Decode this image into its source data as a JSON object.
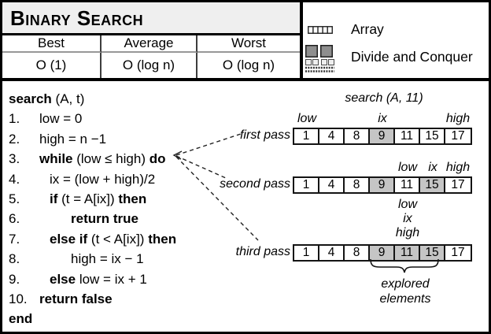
{
  "title": "Binary Search",
  "complexity_table": {
    "headers": [
      "Best",
      "Average",
      "Worst"
    ],
    "values": [
      "O (1)",
      "O (log n)",
      "O (log n)"
    ]
  },
  "legend": {
    "array_label": "Array",
    "divide_and_conquer_label": "Divide and Conquer"
  },
  "pseudocode": {
    "lines": [
      {
        "num": "",
        "indent": 0,
        "seg": [
          {
            "t": "search",
            "b": true
          },
          {
            "t": " (A, t)",
            "b": false
          }
        ]
      },
      {
        "num": "1.",
        "indent": 1,
        "seg": [
          {
            "t": "low = 0",
            "b": false
          }
        ]
      },
      {
        "num": "2.",
        "indent": 1,
        "seg": [
          {
            "t": "high = n −1",
            "b": false
          }
        ]
      },
      {
        "num": "3.",
        "indent": 1,
        "seg": [
          {
            "t": "while",
            "b": true
          },
          {
            "t": " (low ≤ high) ",
            "b": false
          },
          {
            "t": "do",
            "b": true
          }
        ]
      },
      {
        "num": "4.",
        "indent": 2,
        "seg": [
          {
            "t": "ix = (low + high)/2",
            "b": false
          }
        ]
      },
      {
        "num": "5.",
        "indent": 2,
        "seg": [
          {
            "t": "if",
            "b": true
          },
          {
            "t": " (t = A[ix]) ",
            "b": false
          },
          {
            "t": "then",
            "b": true
          }
        ]
      },
      {
        "num": "6.",
        "indent": 3,
        "seg": [
          {
            "t": "return true",
            "b": true
          }
        ]
      },
      {
        "num": "7.",
        "indent": 2,
        "seg": [
          {
            "t": "else if",
            "b": true
          },
          {
            "t": " (t < A[ix]) ",
            "b": false
          },
          {
            "t": "then",
            "b": true
          }
        ]
      },
      {
        "num": "8.",
        "indent": 3,
        "seg": [
          {
            "t": "high = ix − 1",
            "b": false
          }
        ]
      },
      {
        "num": "9.",
        "indent": 2,
        "seg": [
          {
            "t": "else",
            "b": true
          },
          {
            "t": " low = ix + 1",
            "b": false
          }
        ]
      },
      {
        "num": "10.",
        "indent": 1,
        "seg": [
          {
            "t": "return false",
            "b": true
          }
        ]
      },
      {
        "num": "",
        "indent": 0,
        "seg": [
          {
            "t": "end",
            "b": true
          }
        ]
      }
    ]
  },
  "diagram": {
    "call_label": "search (A, 11)",
    "array_values": [
      "1",
      "4",
      "8",
      "9",
      "11",
      "15",
      "17"
    ],
    "passes": [
      {
        "label": "first pass",
        "highlights": [
          3
        ],
        "markers": [
          {
            "text": "low",
            "cell": 0
          },
          {
            "text": "ix",
            "cell": 3
          },
          {
            "text": "high",
            "cell": 6
          }
        ]
      },
      {
        "label": "second pass",
        "highlights": [
          3,
          5
        ],
        "markers": [
          {
            "text": "low",
            "cell": 4
          },
          {
            "text": "ix",
            "cell": 5
          },
          {
            "text": "high",
            "cell": 6
          }
        ]
      },
      {
        "label": "third pass",
        "highlights": [
          3,
          4,
          5
        ],
        "stacked_markers": {
          "cell": 4,
          "texts": [
            "low",
            "ix",
            "high"
          ]
        }
      }
    ],
    "brace_label": "explored elements"
  },
  "colors": {
    "title_bg": "#efefef",
    "highlight_cell": "#c5c5c5",
    "dac_square_fill": "#8e8e8e",
    "border": "#000000"
  }
}
